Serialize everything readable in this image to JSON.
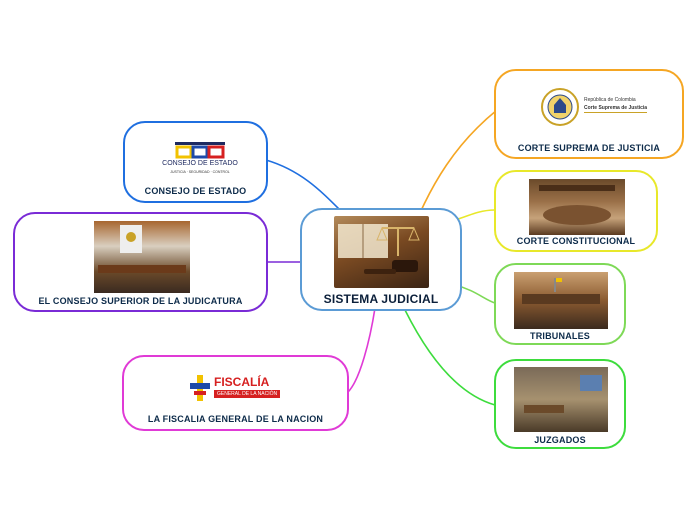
{
  "center": {
    "label": "SISTEMA JUDICIAL",
    "color": "#5b9bd5"
  },
  "nodes": {
    "corte_suprema": {
      "label": "CORTE SUPREMA DE JUSTICIA",
      "color": "#f5a623",
      "logo_line1": "República de Colombia",
      "logo_line2": "Corte Suprema de Justicia"
    },
    "corte_constitucional": {
      "label": "CORTE CONSTITUCIONAL",
      "color": "#e8e82a"
    },
    "tribunales": {
      "label": "TRIBUNALES",
      "color": "#7ed957"
    },
    "juzgados": {
      "label": "JUZGADOS",
      "color": "#3ddc3d"
    },
    "consejo_estado": {
      "label": "CONSEJO DE ESTADO",
      "color": "#1f6fe0",
      "logo_title": "CONSEJO DE ESTADO",
      "logo_sub": "JUSTICIA · SEGURIDAD · CONTROL"
    },
    "consejo_superior": {
      "label": "EL CONSEJO SUPERIOR DE LA JUDICATURA",
      "color": "#7a2bd6"
    },
    "fiscalia": {
      "label": "LA FISCALIA GENERAL DE LA NACION",
      "color": "#e03ad6",
      "logo_title": "FISCALÍA",
      "logo_sub": "GENERAL DE LA NACIÓN"
    }
  }
}
